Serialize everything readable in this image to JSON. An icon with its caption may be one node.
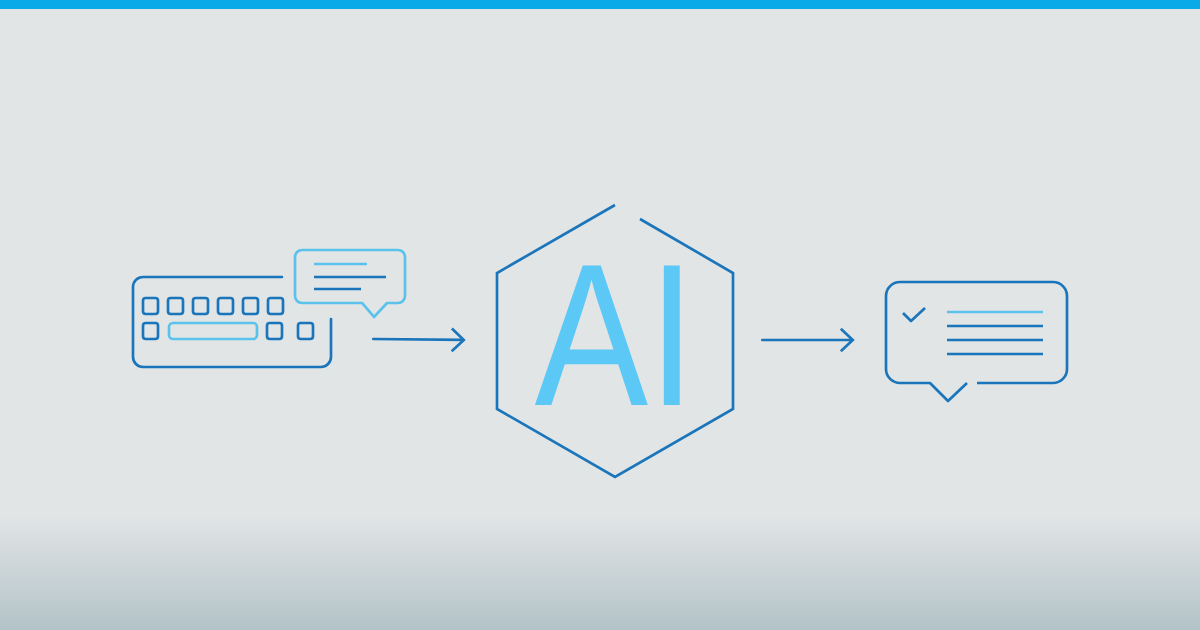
{
  "diagram": {
    "nodes": [
      {
        "text": [],
        "shape": "picture"
      },
      {
        "text": [
          "AI"
        ]
      },
      {
        "text": [],
        "shape": "picture"
      }
    ],
    "edges": [
      {
        "from": 0,
        "to": 1,
        "arrow": "to"
      },
      {
        "from": 1,
        "to": 2,
        "arrow": "to"
      }
    ]
  }
}
